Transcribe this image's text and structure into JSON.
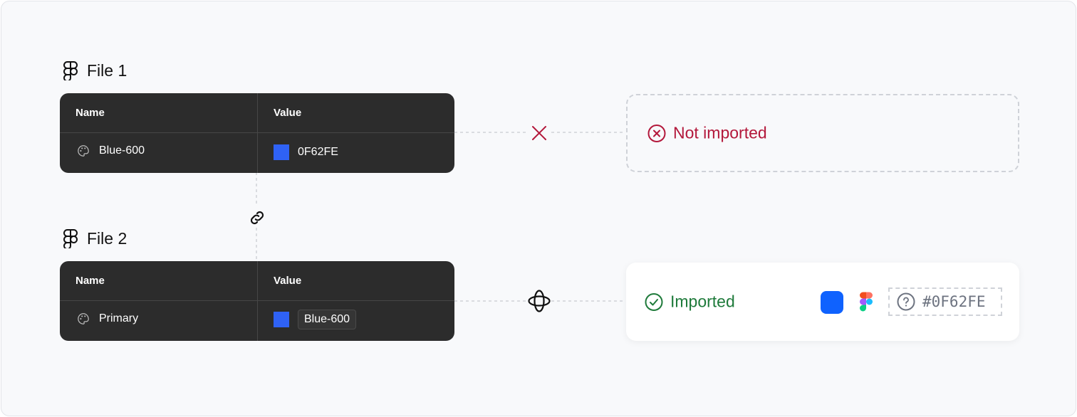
{
  "file1": {
    "title": "File 1",
    "headers": {
      "name": "Name",
      "value": "Value"
    },
    "row": {
      "name": "Blue-600",
      "value": "0F62FE",
      "swatch_color": "#2f62f5"
    }
  },
  "file2": {
    "title": "File 2",
    "headers": {
      "name": "Name",
      "value": "Value"
    },
    "row": {
      "name": "Primary",
      "value": "Blue-600",
      "swatch_color": "#2f62f5"
    }
  },
  "result1": {
    "status": "Not imported",
    "icon": "x-circle-icon",
    "color": "#b3183b"
  },
  "result2": {
    "status": "Imported",
    "icon": "check-circle-icon",
    "color": "#1e7a3a",
    "color_tile": "#0f62fe",
    "hex": "#0F62FE"
  },
  "connectors": {
    "file1_to_result1": "x-icon",
    "file1_to_file2": "link-icon",
    "file2_to_result2": "plugin-icon"
  }
}
